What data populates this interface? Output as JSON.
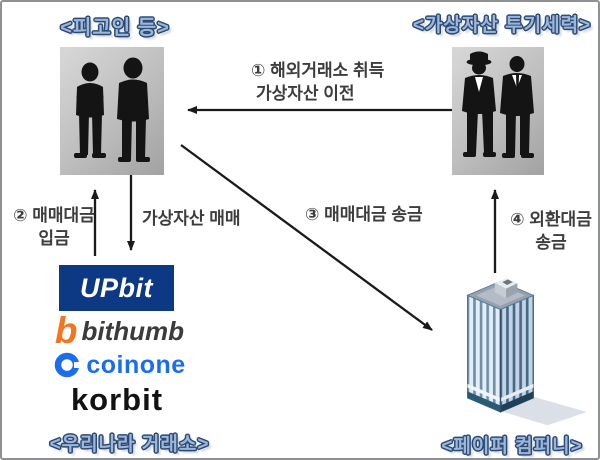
{
  "titles": {
    "defendants": "<피고인 등>",
    "speculators": "<가상자산 투기세력>",
    "exchanges": "<우리나라 거래소>",
    "paper_company": "<페이퍼 컴퍼니>"
  },
  "flow_labels": {
    "f1_line1": "① 해외거래소 취득",
    "f1_line2": "가상자산 이전",
    "f2_line1": "② 매매대금",
    "f2_line2": "입금",
    "trade": "가상자산 매매",
    "f3": "③ 매매대금 송금",
    "f4_line1": "④ 외환대금",
    "f4_line2": "송금"
  },
  "exchange_logos": {
    "upbit": {
      "label": "UPbit",
      "bg_color": "#0d3884",
      "text_color": "#ffffff"
    },
    "bithumb": {
      "label": "bithumb",
      "icon_glyph": "b",
      "icon_color": "#f47521",
      "text_color": "#3b3b3b"
    },
    "coinone": {
      "label": "coinone",
      "color": "#1b6df0"
    },
    "korbit": {
      "label": "korbit",
      "color": "#121212"
    }
  },
  "icons": {
    "defendants_box": "two-person-silhouette-icon",
    "speculators_box": "two-businessmen-silhouette-icon",
    "paper_company": "office-building-icon",
    "bithumb": "bithumb-b-icon",
    "coinone": "coinone-ring-icon"
  },
  "colors": {
    "heading_fill": "#9db7d9",
    "heading_outline": "#2b4a77",
    "arrow": "#1a1a1a",
    "label_text": "#3d3d3d",
    "silhouette": "#141414",
    "figure_box_bg": "#c4c4c4"
  }
}
